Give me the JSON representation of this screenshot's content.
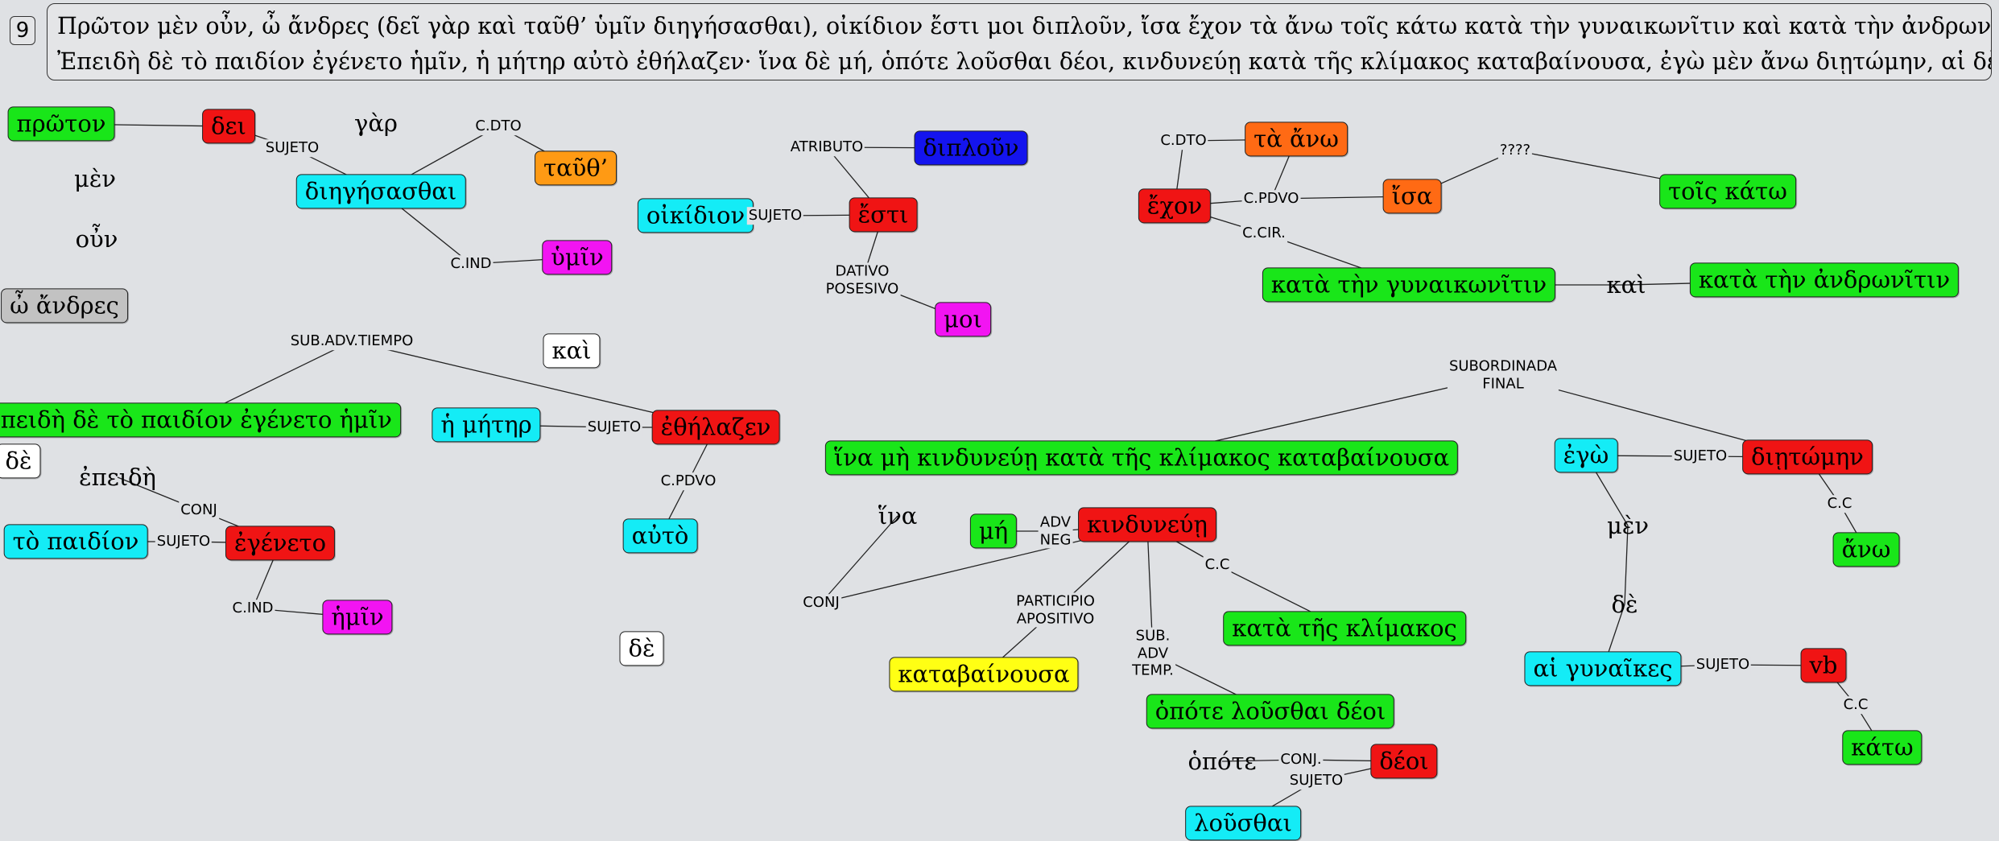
{
  "sentence": {
    "number": "9",
    "line1": "Πρῶτον μὲν οὖν, ὦ ἄνδρες (δεῖ γὰρ καὶ ταῦθ’ ὑμῖν διηγήσασθαι), οἰκίδιον ἔστι μοι διπλοῦν, ἴσα ἔχον τὰ ἄνω τοῖς κάτω κατὰ τὴν γυναικωνῖτιν καὶ κατὰ τὴν ἀνδρωνῖτιν.",
    "line2": "Ἐπειδὴ δὲ τὸ παιδίον ἐγένετο ἡμῖν, ἡ μήτηρ αὐτὸ ἐθήλαζεν· ἵνα δὲ μή, ὁπότε λοῦσθαι δέοι, κινδυνεύῃ κατὰ τῆς κλίμακος καταβαίνουσα, ἐγὼ μὲν ἄνω διῃτώμην, αἱ δὲ γυναῖκες κάτω."
  },
  "nodes": [
    {
      "id": "proton",
      "text": "πρῶτον",
      "color": "green"
    },
    {
      "id": "dei",
      "text": "δει",
      "color": "red"
    },
    {
      "id": "gar",
      "text": "γὰρ",
      "color": "none"
    },
    {
      "id": "men1",
      "text": "μὲν",
      "color": "none"
    },
    {
      "id": "oun",
      "text": "οὖν",
      "color": "none"
    },
    {
      "id": "andres",
      "text": "ὦ ἄνδρες",
      "color": "gray"
    },
    {
      "id": "diegesasthai",
      "text": "διηγήσασθαι",
      "color": "cyan"
    },
    {
      "id": "taut",
      "text": "ταῦθ’",
      "color": "orange"
    },
    {
      "id": "hymin",
      "text": "ὑμῖν",
      "color": "magenta"
    },
    {
      "id": "oikidion",
      "text": "οἰκίδιον",
      "color": "cyan"
    },
    {
      "id": "esti",
      "text": "ἔστι",
      "color": "red"
    },
    {
      "id": "diploun",
      "text": "διπλοῦν",
      "color": "blue"
    },
    {
      "id": "moi",
      "text": "μοι",
      "color": "magenta"
    },
    {
      "id": "echon",
      "text": "ἔχον",
      "color": "red"
    },
    {
      "id": "taano",
      "text": "τὰ ἄνω",
      "color": "dorange"
    },
    {
      "id": "isa",
      "text": "ἴσα",
      "color": "dorange"
    },
    {
      "id": "toiskato",
      "text": "τοῖς κάτω",
      "color": "green"
    },
    {
      "id": "katagyn",
      "text": "κατὰ τὴν γυναικωνῖτιν",
      "color": "green"
    },
    {
      "id": "kai1",
      "text": "καὶ",
      "color": "none"
    },
    {
      "id": "kataandr",
      "text": "κατὰ τὴν ἀνδρωνῖτιν",
      "color": "green"
    },
    {
      "id": "kai2",
      "text": "καὶ",
      "color": "white"
    },
    {
      "id": "epeideclause",
      "text": "ἐπειδὴ δὲ τὸ παιδίον ἐγένετο ἡμῖν",
      "color": "green"
    },
    {
      "id": "de1",
      "text": "δὲ",
      "color": "white"
    },
    {
      "id": "epeide",
      "text": "ἐπειδὴ",
      "color": "none"
    },
    {
      "id": "topaidion",
      "text": "τὸ παιδίον",
      "color": "cyan"
    },
    {
      "id": "egeneto",
      "text": "ἐγένετο",
      "color": "red"
    },
    {
      "id": "hemin",
      "text": "ἡμῖν",
      "color": "magenta"
    },
    {
      "id": "meter",
      "text": "ἡ μήτηρ",
      "color": "cyan"
    },
    {
      "id": "ethelazen",
      "text": "ἐθήλαζεν",
      "color": "red"
    },
    {
      "id": "auto",
      "text": "αὐτὸ",
      "color": "cyan"
    },
    {
      "id": "de2",
      "text": "δὲ",
      "color": "white"
    },
    {
      "id": "hinaclause",
      "text": "ἵνα μὴ κινδυνεύῃ κατὰ τῆς κλίμακος καταβαίνουσα",
      "color": "green"
    },
    {
      "id": "hina",
      "text": "ἵνα",
      "color": "none"
    },
    {
      "id": "me",
      "text": "μή",
      "color": "green"
    },
    {
      "id": "kindyneue",
      "text": "κινδυνεύῃ",
      "color": "red"
    },
    {
      "id": "kataklimakos",
      "text": "κατὰ τῆς κλίμακος",
      "color": "green"
    },
    {
      "id": "katabainousa",
      "text": "καταβαίνουσα",
      "color": "yellow"
    },
    {
      "id": "hopoteclause",
      "text": "ὁπότε λοῦσθαι δέοι",
      "color": "green"
    },
    {
      "id": "hopote",
      "text": "ὁπότε",
      "color": "none"
    },
    {
      "id": "deoi",
      "text": "δέοι",
      "color": "red"
    },
    {
      "id": "lousthai",
      "text": "λοῦσθαι",
      "color": "cyan"
    },
    {
      "id": "ego",
      "text": "ἐγὼ",
      "color": "cyan"
    },
    {
      "id": "dietomen",
      "text": "διῃτώμην",
      "color": "red"
    },
    {
      "id": "ano",
      "text": "ἄνω",
      "color": "green"
    },
    {
      "id": "men2",
      "text": "μὲν",
      "color": "none"
    },
    {
      "id": "de3",
      "text": "δὲ",
      "color": "none"
    },
    {
      "id": "gynaikes",
      "text": "αἱ γυναῖκες",
      "color": "cyan"
    },
    {
      "id": "vb",
      "text": "vb",
      "color": "red"
    },
    {
      "id": "kato",
      "text": "κάτω",
      "color": "green"
    }
  ],
  "relations": [
    {
      "id": "r1",
      "text": "SUJETO"
    },
    {
      "id": "r2",
      "text": "C.DTO"
    },
    {
      "id": "r3",
      "text": "C.IND"
    },
    {
      "id": "r4",
      "text": "ATRIBUTO"
    },
    {
      "id": "r5",
      "text": "SUJETO"
    },
    {
      "id": "r6",
      "text": "DATIVO\nPOSESIVO"
    },
    {
      "id": "r7",
      "text": "C.DTO"
    },
    {
      "id": "r8",
      "text": "C.PDVO"
    },
    {
      "id": "r9",
      "text": "????"
    },
    {
      "id": "r10",
      "text": "C.CIR."
    },
    {
      "id": "r11",
      "text": "SUB.ADV.TIEMPO"
    },
    {
      "id": "r12",
      "text": "CONJ"
    },
    {
      "id": "r13",
      "text": "SUJETO"
    },
    {
      "id": "r14",
      "text": "C.IND"
    },
    {
      "id": "r15",
      "text": "SUJETO"
    },
    {
      "id": "r16",
      "text": "C.PDVO"
    },
    {
      "id": "r17",
      "text": "SUBORDINADA\nFINAL"
    },
    {
      "id": "r18",
      "text": "ADV\nNEG"
    },
    {
      "id": "r19",
      "text": "CONJ"
    },
    {
      "id": "r20",
      "text": "C.C"
    },
    {
      "id": "r21",
      "text": "PARTICIPIO\nAPOSITIVO"
    },
    {
      "id": "r22",
      "text": "SUB.\nADV\nTEMP."
    },
    {
      "id": "r23",
      "text": "CONJ."
    },
    {
      "id": "r24",
      "text": "SUJETO"
    },
    {
      "id": "r25",
      "text": "SUJETO"
    },
    {
      "id": "r26",
      "text": "C.C"
    },
    {
      "id": "r27",
      "text": "SUJETO"
    },
    {
      "id": "r28",
      "text": "C.C"
    }
  ]
}
